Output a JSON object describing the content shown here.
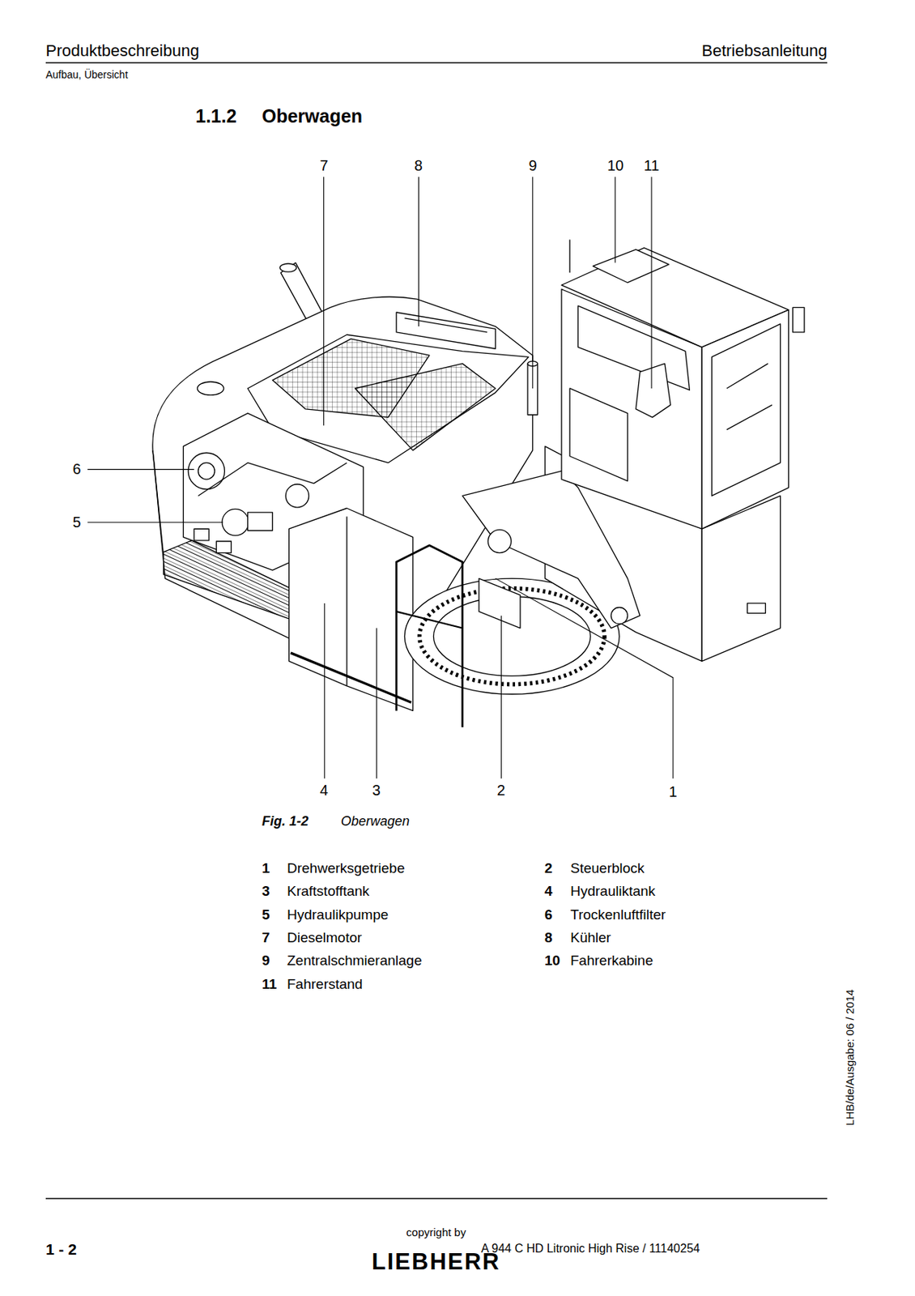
{
  "diagram": {
    "title": "Oberwagen",
    "caption": "Oberwagen",
    "labels": [
      "Produktbeschreibung",
      "Betriebsanleitung",
      "Aufbau, Übersicht",
      "1.1.2",
      "7",
      "8",
      "9",
      "10",
      "11",
      "6",
      "5",
      "4",
      "3",
      "2",
      "1",
      "Fig. 1-2",
      "1",
      "Drehwerksgetriebe",
      "2",
      "Steuerblock",
      "3",
      "Kraftstofftank",
      "4",
      "Hydrauliktank",
      "5",
      "Hydraulikpumpe",
      "6",
      "Trockenluftfilter",
      "7",
      "Dieselmotor",
      "8",
      "Kühler",
      "9",
      "Zentralschmieranlage",
      "10",
      "Fahrerkabine",
      "11",
      "Fahrerstand",
      "LHB/de/Ausgabe: 06 / 2014",
      "1 - 2",
      "copyright by",
      "LIEBHERR",
      "A 944 C HD Litronic High Rise / 11140254"
    ]
  }
}
